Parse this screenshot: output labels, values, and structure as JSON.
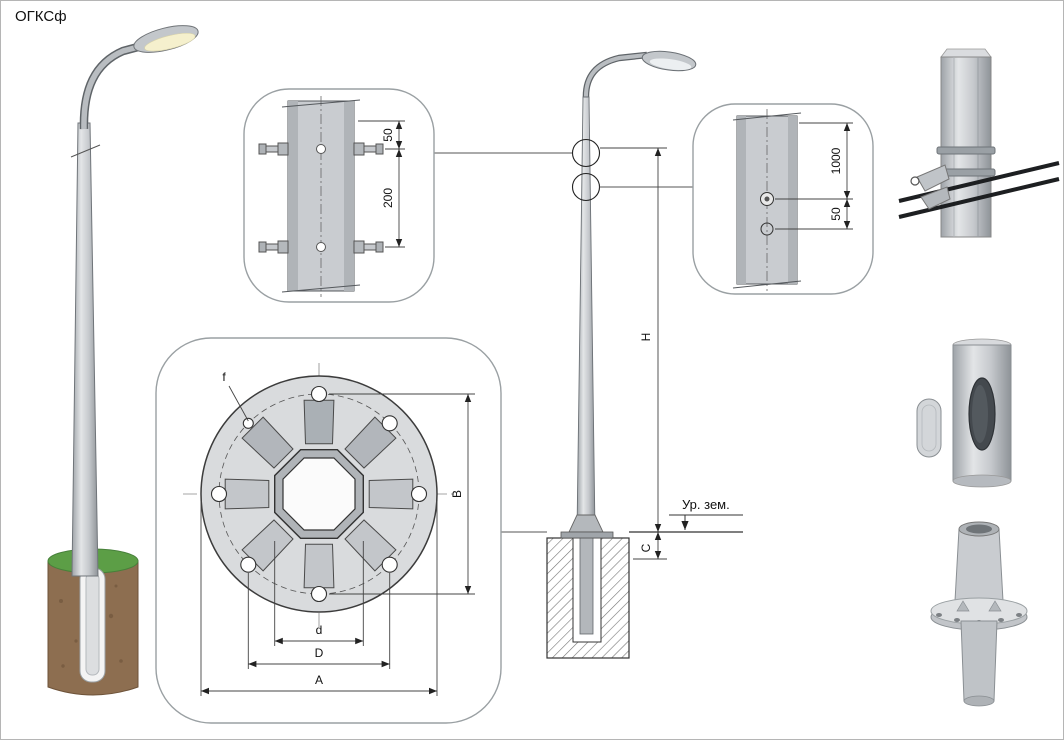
{
  "title": "ОГКСф",
  "colors": {
    "pole_gray": "#c6c9cd",
    "pole_dark": "#8e9398",
    "foundation_brown": "#8d6e50",
    "grass_green": "#5c9e46",
    "drawing_line": "#2b2b2b",
    "callout_border": "#9aa0a3"
  },
  "clamp_detail": {
    "dim_top": "50",
    "dim_span": "200"
  },
  "flange_plan": {
    "hole_label": "f",
    "dim_b": "B",
    "dim_d": "d",
    "dim_D": "D",
    "dim_a": "A"
  },
  "elevation": {
    "dim_h": "H",
    "dim_c": "C",
    "ground_label": "Ур. зем."
  },
  "hole_detail": {
    "dim_span": "1000",
    "dim_bottom": "50"
  }
}
